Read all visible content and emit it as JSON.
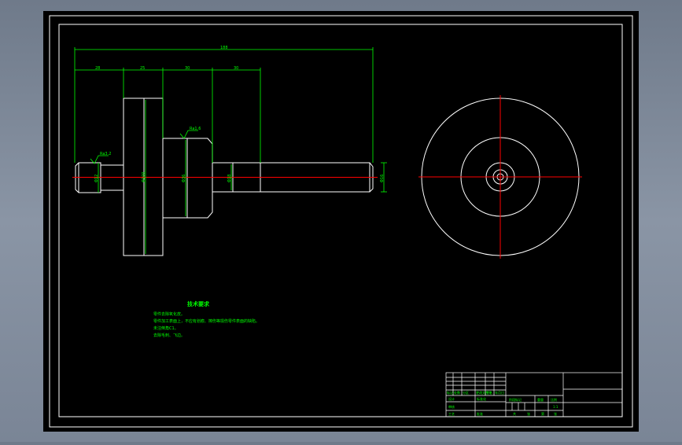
{
  "drawing": {
    "background_color": "#000000",
    "frame_color": "#ffffff",
    "dimension_color": "#00ff00",
    "centerline_color": "#ff0000",
    "outline_color": "#ffffff"
  },
  "dimensions": {
    "overall": "188",
    "seg1": "28",
    "seg2": "25",
    "seg3": "30",
    "seg4": "30",
    "dia_left": "Φ12",
    "dia_flange": "Φ100",
    "dia_mid": "Φ36",
    "dia_neck": "Φ18",
    "dia_right": "Φ16"
  },
  "surface_finish": {
    "left": "Ra3.2",
    "mid": "Ra1.6"
  },
  "notes": {
    "title": "技术要求",
    "lines": [
      "零件去除氧化皮。",
      "零件加工表面上，不应有划痕、擦伤等损伤零件表面的缺陷。",
      "未注倒角C1。",
      "去除毛刺、飞边。"
    ]
  },
  "title_block": {
    "cells": [
      "标记",
      "处数",
      "分区",
      "更改文件号",
      "签名",
      "年月日",
      "设计",
      "标准化",
      "阶段标记",
      "重量",
      "比例",
      "审核",
      "工艺",
      "批准",
      "共",
      "张",
      "第",
      "张",
      "1:1"
    ]
  }
}
